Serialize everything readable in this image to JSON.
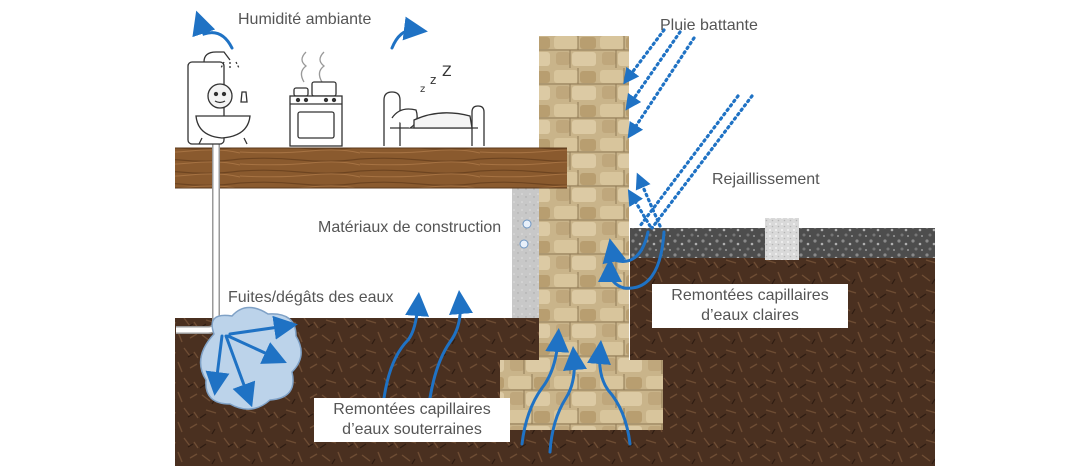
{
  "labels": {
    "humidity": "Humidité ambiante",
    "rain": "Pluie battante",
    "splash": "Rejaillissement",
    "materials": "Matériaux de construction",
    "leaks": "Fuites/dégâts des eaux",
    "capillary_clear_line1": "Remontées capillaires",
    "capillary_clear_line2": "d’eaux claires",
    "capillary_ground_line1": "Remontées capillaires",
    "capillary_ground_line2": "d’eaux souterraines"
  },
  "colors": {
    "arrow": "#1f72c4",
    "text": "#555555",
    "soil": "#4a3020",
    "wood": "#8a5a2e",
    "stone": "#c9b48a",
    "gravel": "#555555",
    "plaster": "#c8c8c8",
    "puddle": "#bcd3ea"
  },
  "icons": [
    "shower-bath-icon",
    "stove-pot-icon",
    "sleeping-bed-icon"
  ]
}
